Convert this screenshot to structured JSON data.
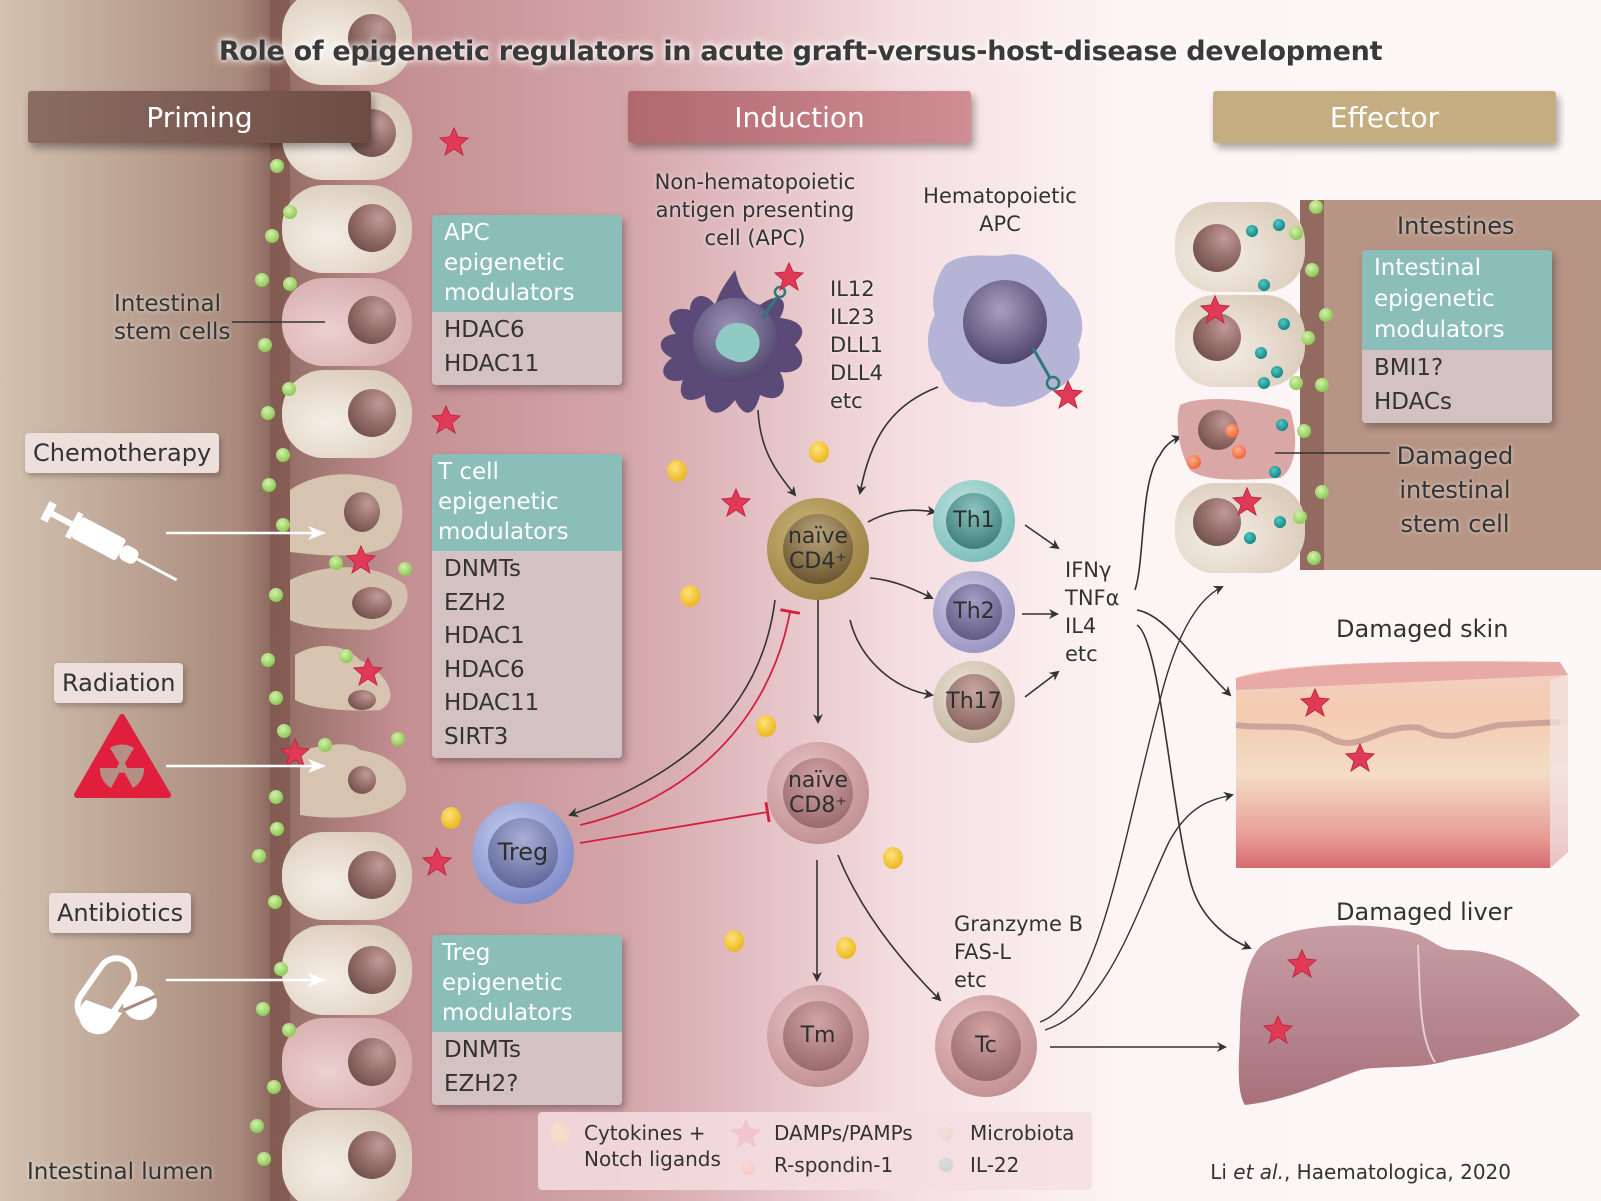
{
  "title": "Role of epigenetic regulators in acute graft-versus-host-disease development",
  "phases": {
    "priming": "Priming",
    "induction": "Induction",
    "effector": "Effector"
  },
  "priming": {
    "intestinal_stem_cells_label": [
      "Intestinal",
      "stem cells"
    ],
    "lumen_label": "Intestinal lumen",
    "triggers": [
      {
        "label": "Chemotherapy",
        "icon": "syringe-icon"
      },
      {
        "label": "Radiation",
        "icon": "radiation-icon"
      },
      {
        "label": "Antibiotics",
        "icon": "pill-icon"
      }
    ],
    "apc_modulators": {
      "header": [
        "APC epigenetic",
        "modulators"
      ],
      "items": [
        "HDAC6",
        "HDAC11"
      ]
    },
    "tcell_modulators": {
      "header": [
        "T cell epigenetic",
        "modulators"
      ],
      "items": [
        "DNMTs",
        "EZH2",
        "HDAC1",
        "HDAC6",
        "HDAC11",
        "SIRT3"
      ]
    },
    "treg_modulators": {
      "header": [
        "Treg epigenetic",
        "modulators"
      ],
      "items": [
        "DNMTs",
        "EZH2?"
      ]
    }
  },
  "induction": {
    "nonhema_apc_label": [
      "Non-hematopoietic",
      "antigen presenting",
      "cell (APC)"
    ],
    "hema_apc_label": [
      "Hematopoietic",
      "APC"
    ],
    "apc_signals": [
      "IL12",
      "IL23",
      "DLL1",
      "DLL4",
      "etc"
    ],
    "cells": {
      "naive_cd4": [
        "naïve",
        "CD4⁺"
      ],
      "naive_cd8": [
        "naïve",
        "CD8⁺"
      ],
      "th1": "Th1",
      "th2": "Th2",
      "th17": "Th17",
      "treg": "Treg",
      "tm": "Tm",
      "tc": "Tc"
    },
    "th_cytokines": [
      "IFNγ",
      "TNFα",
      "IL4",
      "etc"
    ],
    "tc_effectors": [
      "Granzyme B",
      "FAS-L",
      "etc"
    ]
  },
  "effector": {
    "intestines_label": "Intestines",
    "intestinal_modulators": {
      "header": [
        "Intestinal",
        "epigenetic",
        "modulators"
      ],
      "items": [
        "BMI1?",
        "HDACs"
      ]
    },
    "damaged_isc_label": [
      "Damaged",
      "intestinal",
      "stem cell"
    ],
    "skin_label": "Damaged skin",
    "liver_label": "Damaged liver"
  },
  "legend": [
    {
      "label": [
        "Cytokines +",
        "Notch ligands"
      ],
      "symbol": "yellow-circle",
      "color": "#f2c12e"
    },
    {
      "label": [
        "DAMPs/PAMPs"
      ],
      "symbol": "red-star",
      "color": "#e03a56"
    },
    {
      "label": [
        "R-spondin-1"
      ],
      "symbol": "orange-circle",
      "color": "#f4774a"
    },
    {
      "label": [
        "Microbiota"
      ],
      "symbol": "green-circle",
      "color": "#9fd36a"
    },
    {
      "label": [
        "IL-22"
      ],
      "symbol": "teal-circle",
      "color": "#1a9c9b"
    }
  ],
  "citation": {
    "author": "Li ",
    "etal": "et al.",
    "rest": ", Haematologica, 2020"
  },
  "colors": {
    "teal_header": "#8bbdb9",
    "inhibit_red": "#d42040",
    "star_red": "#e03a56",
    "cytokine_yellow": "#f2c12e",
    "microbiota_green": "#9fd36a",
    "il22_teal": "#1a9c9b"
  }
}
